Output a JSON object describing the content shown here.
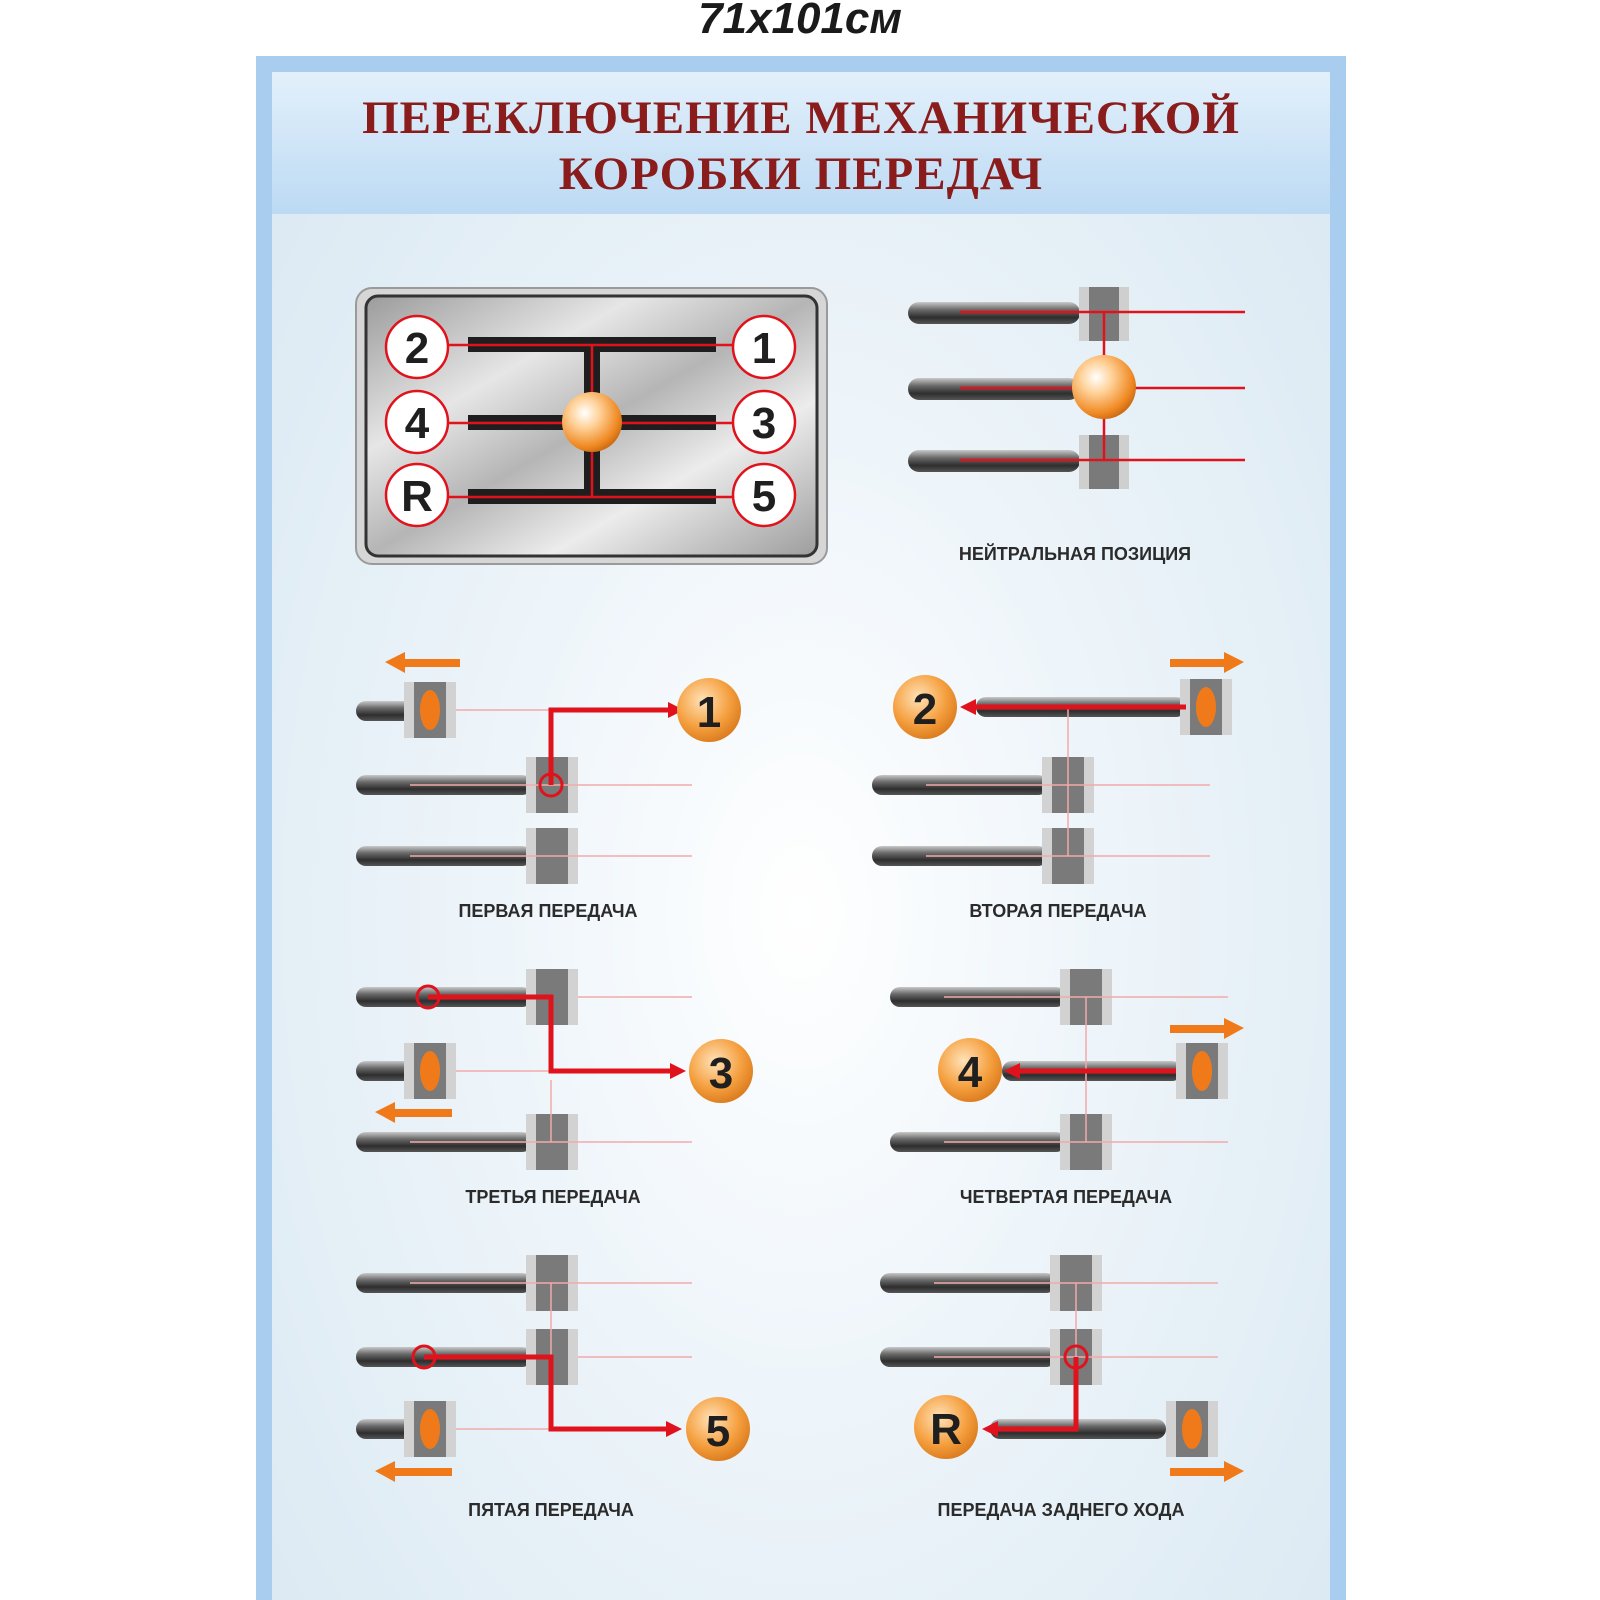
{
  "size_label": "71x101см",
  "title": {
    "line1": "ПЕРЕКЛЮЧЕНИЕ МЕХАНИЧЕСКОЙ",
    "line2": "КОРОБКИ ПЕРЕДАЧ"
  },
  "shift_pattern": {
    "left_labels": [
      "2",
      "4",
      "R"
    ],
    "right_labels": [
      "1",
      "3",
      "5"
    ]
  },
  "panels": {
    "neutral": "НЕЙТРАЛЬНАЯ ПОЗИЦИЯ",
    "first": {
      "caption": "ПЕРВАЯ ПЕРЕДАЧА",
      "gear": "1"
    },
    "second": {
      "caption": "ВТОРАЯ ПЕРЕДАЧА",
      "gear": "2"
    },
    "third": {
      "caption": "ТРЕТЬЯ ПЕРЕДАЧА",
      "gear": "3"
    },
    "fourth": {
      "caption": "ЧЕТВЕРТАЯ ПЕРЕДАЧА",
      "gear": "4"
    },
    "fifth": {
      "caption": "ПЯТАЯ ПЕРЕДАЧА",
      "gear": "5"
    },
    "reverse": {
      "caption": "ПЕРЕДАЧА ЗАДНЕГО ХОДА",
      "gear": "R"
    }
  },
  "colors": {
    "title": "#8a1c1c",
    "red": "#e0121c",
    "orange": "#f08a24",
    "rod": "#3e3e3e"
  }
}
